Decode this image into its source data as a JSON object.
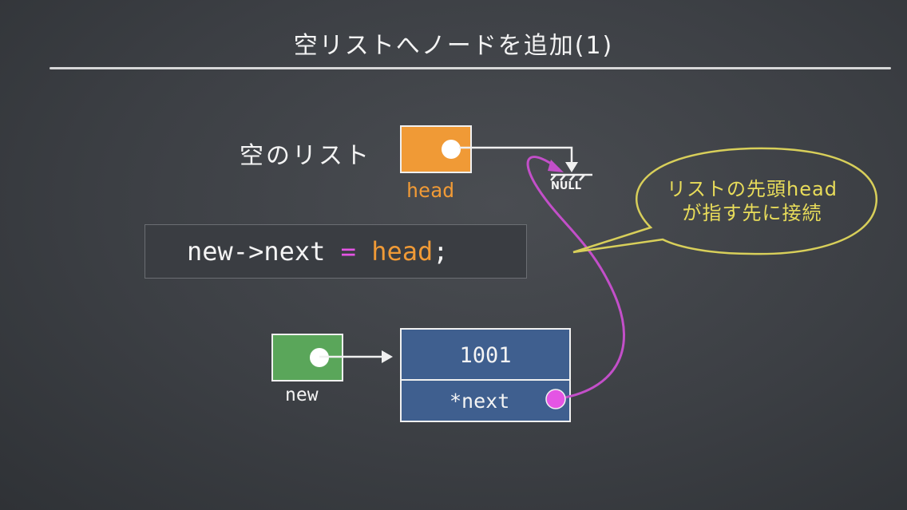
{
  "slide": {
    "title": "空リストへノードを追加(1)",
    "empty_list_label": "空のリスト",
    "head_label": "head",
    "null_label": "NULL",
    "code": {
      "prefix": "new->next ",
      "op": "=",
      "target": "head",
      "suffix": ";"
    },
    "new_label": "new",
    "node": {
      "data": "1001",
      "pointer": "*next"
    },
    "callout": {
      "line1": "リストの先頭head",
      "line2": "が指す先に接続"
    }
  },
  "colors": {
    "background": "#3c3f44",
    "head_box": "#f09a36",
    "new_box": "#5aa65a",
    "node": "#3f5f8f",
    "pointer_dot": "#e455e4",
    "callout": "#e8dc5a"
  }
}
